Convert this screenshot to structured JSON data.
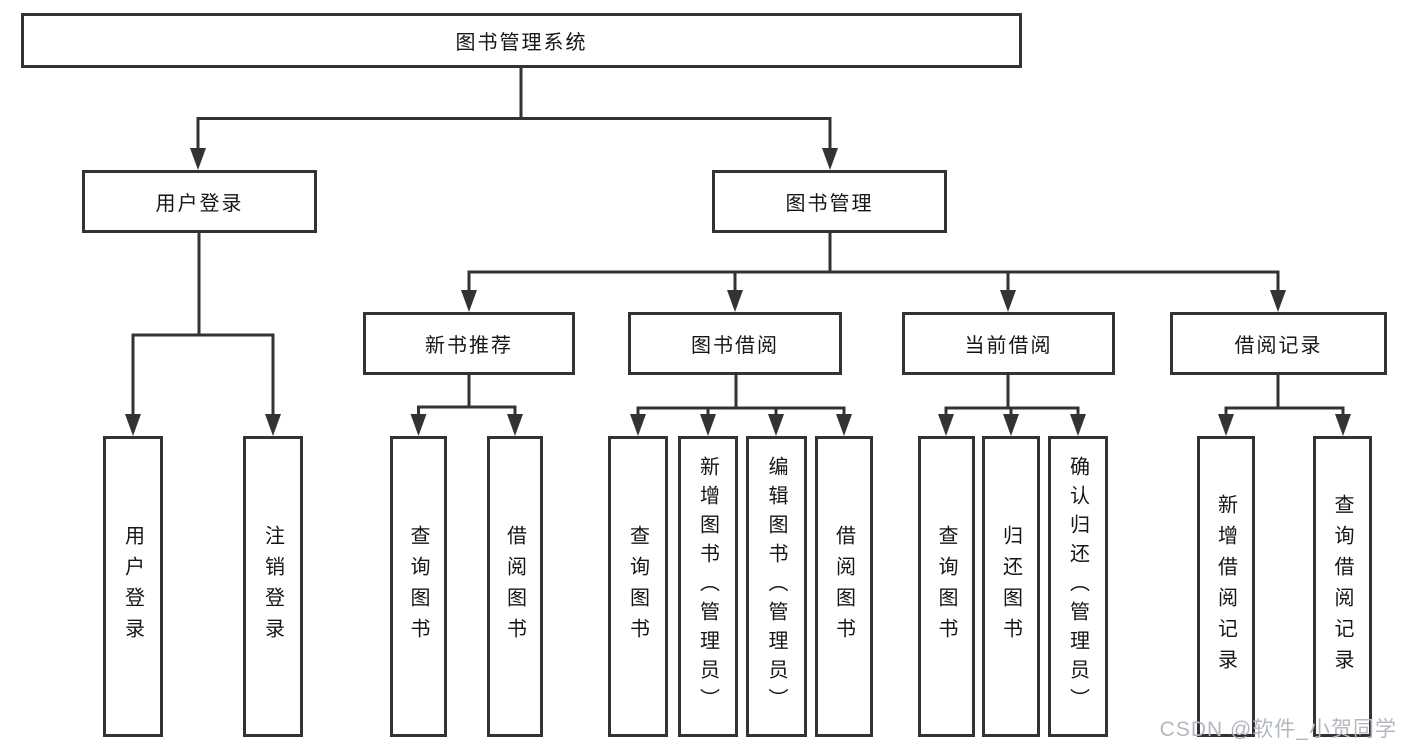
{
  "diagram": {
    "root": {
      "label": "图书管理系统",
      "children": [
        {
          "label": "用户登录",
          "children": [
            {
              "label": "用户登录"
            },
            {
              "label": "注销登录"
            }
          ]
        },
        {
          "label": "图书管理",
          "children": [
            {
              "label": "新书推荐",
              "children": [
                {
                  "label": "查询图书"
                },
                {
                  "label": "借阅图书"
                }
              ]
            },
            {
              "label": "图书借阅",
              "children": [
                {
                  "label": "查询图书"
                },
                {
                  "label": "新增图书（管理员）"
                },
                {
                  "label": "编辑图书（管理员）"
                },
                {
                  "label": "借阅图书"
                }
              ]
            },
            {
              "label": "当前借阅",
              "children": [
                {
                  "label": "查询图书"
                },
                {
                  "label": "归还图书"
                },
                {
                  "label": "确认归还（管理员）"
                }
              ]
            },
            {
              "label": "借阅记录",
              "children": [
                {
                  "label": "新增借阅记录"
                },
                {
                  "label": "查询借阅记录"
                }
              ]
            }
          ]
        }
      ]
    }
  },
  "watermark": {
    "text": "CSDN @软件_小贺同学"
  },
  "colors": {
    "line": "#333333",
    "border": "#333333",
    "text": "#161616",
    "watermark": "#b3b8bf",
    "background": "#ffffff"
  }
}
